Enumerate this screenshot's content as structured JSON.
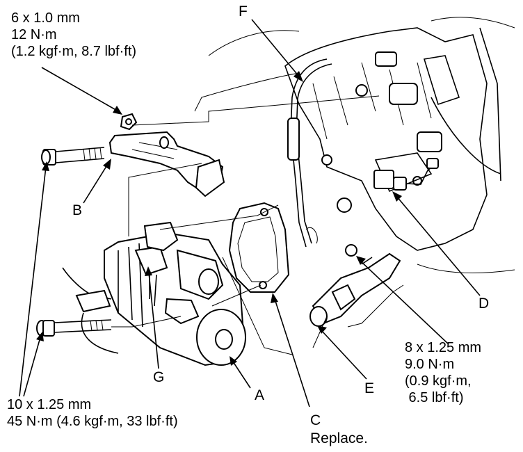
{
  "specs": {
    "bracket_nut": [
      "6 x 1.0 mm",
      "12 N·m",
      "(1.2 kgf·m, 8.7 lbf·ft)"
    ],
    "starter_bolts": [
      "10 x 1.25 mm",
      "45 N·m (4.6 kgf·m, 33 lbf·ft)"
    ],
    "sensor_bolt": [
      "8 x 1.25 mm",
      "9.0 N·m",
      "(0.9 kgf·m,",
      " 6.5 lbf·ft)"
    ]
  },
  "callouts": {
    "A": "A",
    "B": "B",
    "C": "C",
    "C_note": "Replace.",
    "D": "D",
    "E": "E",
    "F": "F",
    "G": "G"
  }
}
